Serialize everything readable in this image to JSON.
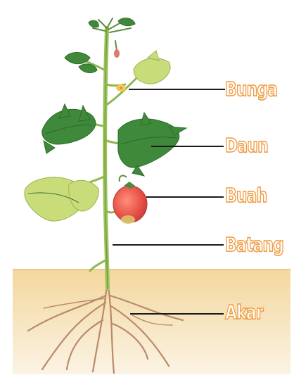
{
  "diagram": {
    "labels": [
      {
        "id": "bunga",
        "text": "Bunga"
      },
      {
        "id": "daun",
        "text": "Daun"
      },
      {
        "id": "buah",
        "text": "Buah"
      },
      {
        "id": "batang",
        "text": "Batang"
      },
      {
        "id": "akar",
        "text": "Akar"
      }
    ]
  },
  "colors": {
    "label_outline": "#f09a40",
    "leader_line": "#1a1a1a",
    "leaf": "#3f8a3a",
    "leaf_light": "#c8dc7a",
    "stem": "#9cc25a",
    "fruit": "#e8534a",
    "soil": "#f1d9a6",
    "root": "#b98a6a"
  }
}
